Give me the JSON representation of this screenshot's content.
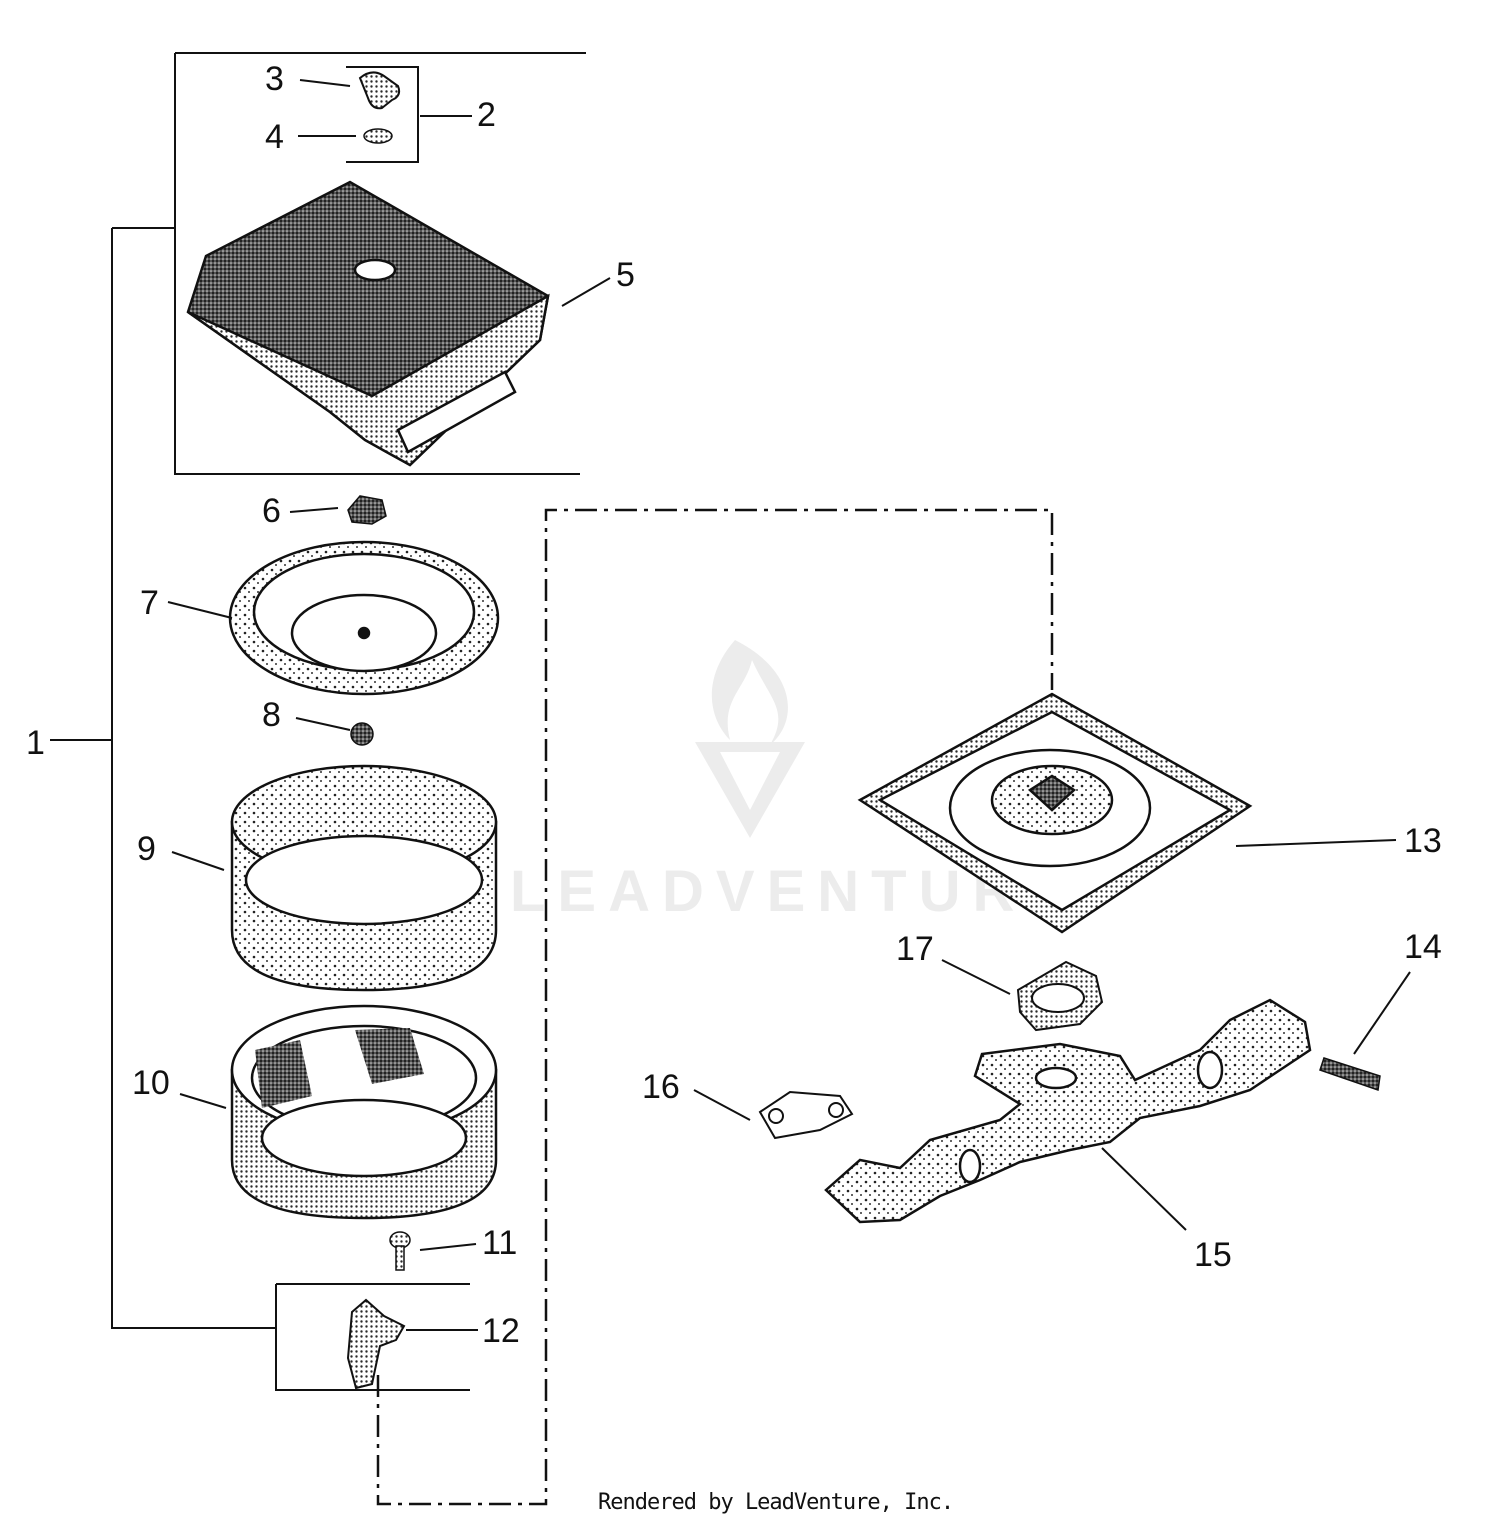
{
  "diagram": {
    "callouts": [
      "1",
      "2",
      "3",
      "4",
      "5",
      "6",
      "7",
      "8",
      "9",
      "10",
      "11",
      "12",
      "13",
      "14",
      "15",
      "16",
      "17"
    ]
  },
  "watermark": {
    "text": "LEADVENTURE"
  },
  "footer": {
    "text": "Rendered by LeadVenture, Inc."
  },
  "colors": {
    "ink": "#111111",
    "stipple": "#2b2b2b",
    "watermark": "#e6e6e6"
  }
}
